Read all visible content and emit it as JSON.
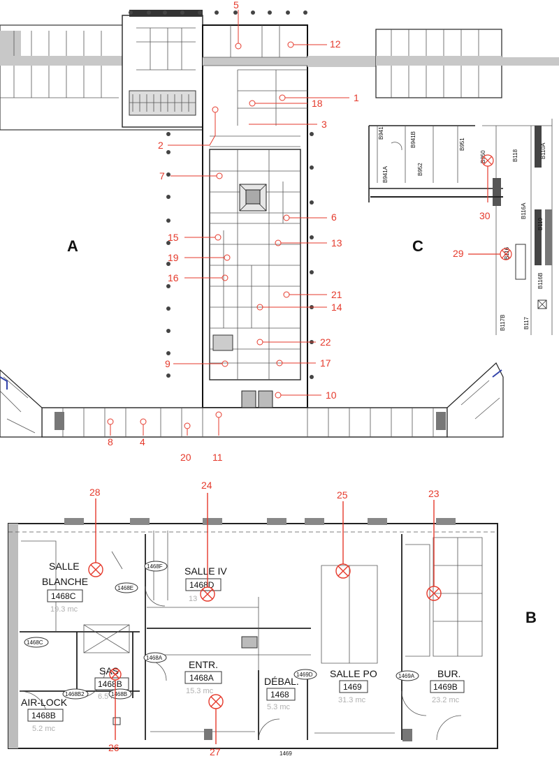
{
  "panels": {
    "a": "A",
    "b": "B",
    "c": "C"
  },
  "markers": {
    "m1": "1",
    "m2": "2",
    "m3": "3",
    "m4": "4",
    "m5": "5",
    "m6": "6",
    "m7": "7",
    "m8": "8",
    "m9": "9",
    "m10": "10",
    "m11": "11",
    "m12": "12",
    "m13": "13",
    "m14": "14",
    "m15": "15",
    "m16": "16",
    "m17": "17",
    "m18": "18",
    "m19": "19",
    "m20": "20",
    "m21": "21",
    "m22": "22",
    "m23": "23",
    "m24": "24",
    "m25": "25",
    "m26": "26",
    "m27": "27",
    "m28": "28",
    "m29": "29",
    "m30": "30"
  },
  "plan_b": {
    "salle_blanche_1": "SALLE",
    "salle_blanche_2": "BLANCHE",
    "salle_blanche_num": "1468C",
    "salle_blanche_area": "19.3 mc",
    "salle_iv": "SALLE IV",
    "salle_iv_num": "1468D",
    "salle_iv_area": "13",
    "entr": "ENTR.",
    "entr_num": "1468A",
    "entr_area": "15.3 mc",
    "sas": "SAS",
    "sas_num": "1468B",
    "sas_area": "6.5 mc",
    "airlock": "AIR-LOCK",
    "airlock_num": "1468B",
    "airlock_area": "5.2 mc",
    "debal": "DÉBAL.",
    "debal_num": "1468",
    "debal_area": "5.3 mc",
    "salle_po": "SALLE PO",
    "salle_po_num": "1469",
    "salle_po_area": "31.3 mc",
    "bur": "BUR.",
    "bur_num": "1469B",
    "bur_area": "23.2 mc",
    "door_1468f": "1468F",
    "door_1468e": "1468E",
    "door_1468c": "1468C",
    "door_1468a": "1468A",
    "door_1468b2": "1468B2",
    "door_1468b": "1468B",
    "door_1469d": "1469D",
    "door_1469a": "1469A",
    "bottom_tag": "1469"
  },
  "plan_c": {
    "b941": "B941",
    "b941b": "B941B",
    "b951": "B951",
    "b941a": "B941A",
    "b952": "B952",
    "b950": "B950",
    "b118": "B118",
    "b110a": "B110A",
    "b116a": "B116A",
    "b110": "B110",
    "b116": "B116",
    "b116b": "B116B",
    "b117b": "B117B",
    "b117": "B117"
  }
}
